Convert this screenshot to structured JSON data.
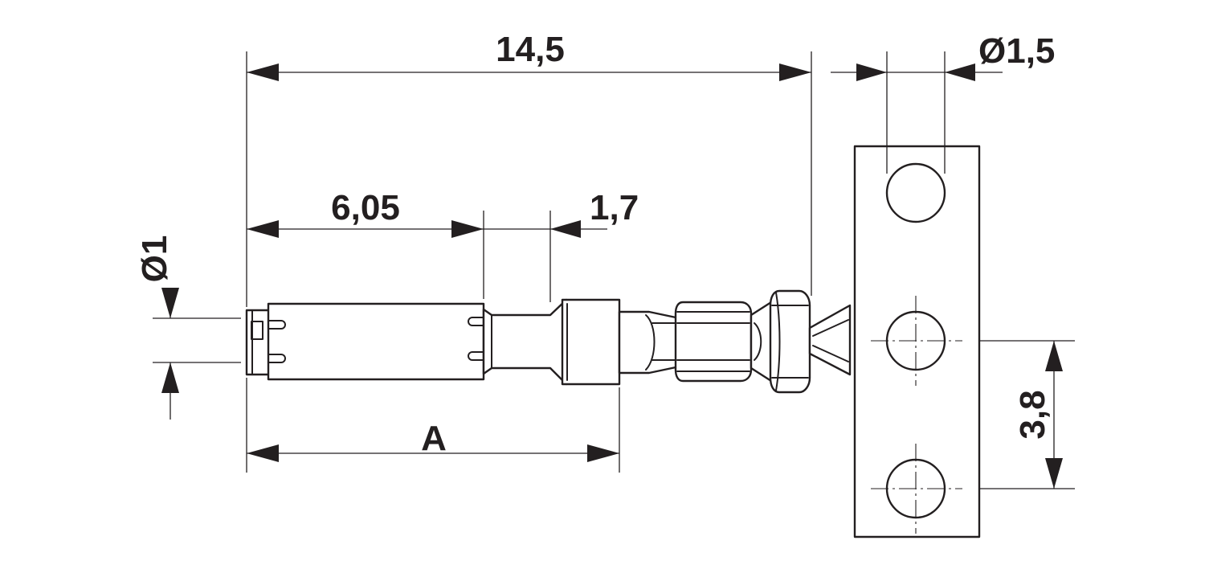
{
  "dimensions": {
    "overall_length": "14,5",
    "tab_hole_diameter": "Ø1,5",
    "contact_length": "6,05",
    "transition_length": "1,7",
    "pin_diameter": "Ø1",
    "length_a": "A",
    "hole_pitch": "3,8"
  }
}
